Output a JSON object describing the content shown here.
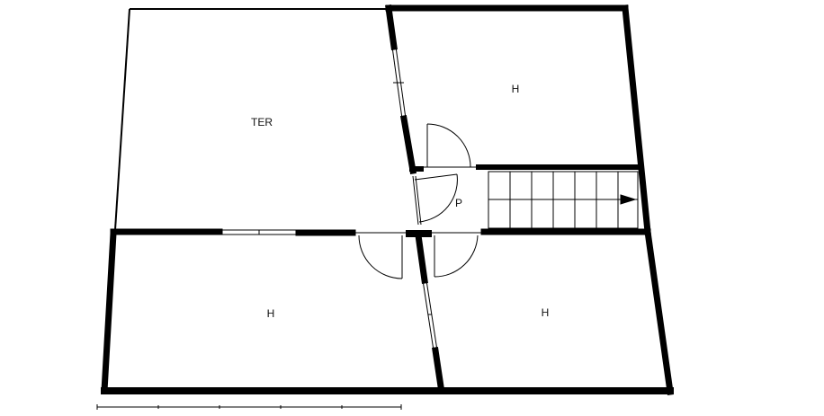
{
  "rooms": [
    {
      "id": "ter",
      "label": "TER"
    },
    {
      "id": "top-right",
      "label": "H"
    },
    {
      "id": "landing",
      "label": "P"
    },
    {
      "id": "bottom-left",
      "label": "H"
    },
    {
      "id": "bottom-right",
      "label": "H"
    }
  ],
  "colors": {
    "wall": "#000000",
    "background": "#ffffff",
    "thin_line": "#000000"
  }
}
